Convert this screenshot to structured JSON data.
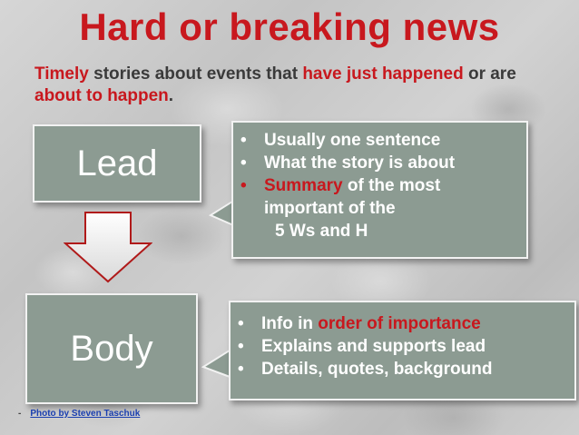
{
  "slide": {
    "title": "Hard or breaking news",
    "subtitle": {
      "part1": "Timely",
      "part2": " stories about events that ",
      "part3": "have just happened",
      "part4": " or are ",
      "part5": "about to happen",
      "part6": "."
    },
    "lead_label": "Lead",
    "body_label": "Body",
    "lead_points": {
      "p1": "Usually one sentence",
      "p2": "What the story is about",
      "p3_red": "Summary",
      "p3_rest": " of the most important of the",
      "p3_line2": "5 Ws and H"
    },
    "body_points": {
      "p1_a": "Info in ",
      "p1_red": "order of importance",
      "p2": "Explains and supports lead",
      "p3": "Details, quotes, background"
    },
    "bullet_glyph": "•",
    "credit": {
      "bullet": "-",
      "text": "Photo by Steven Taschuk"
    }
  },
  "colors": {
    "accent_red": "#c8181e",
    "box_fill": "#8c9b92",
    "text_dark": "#3a3a3a",
    "link_blue": "#1a3fb0"
  }
}
